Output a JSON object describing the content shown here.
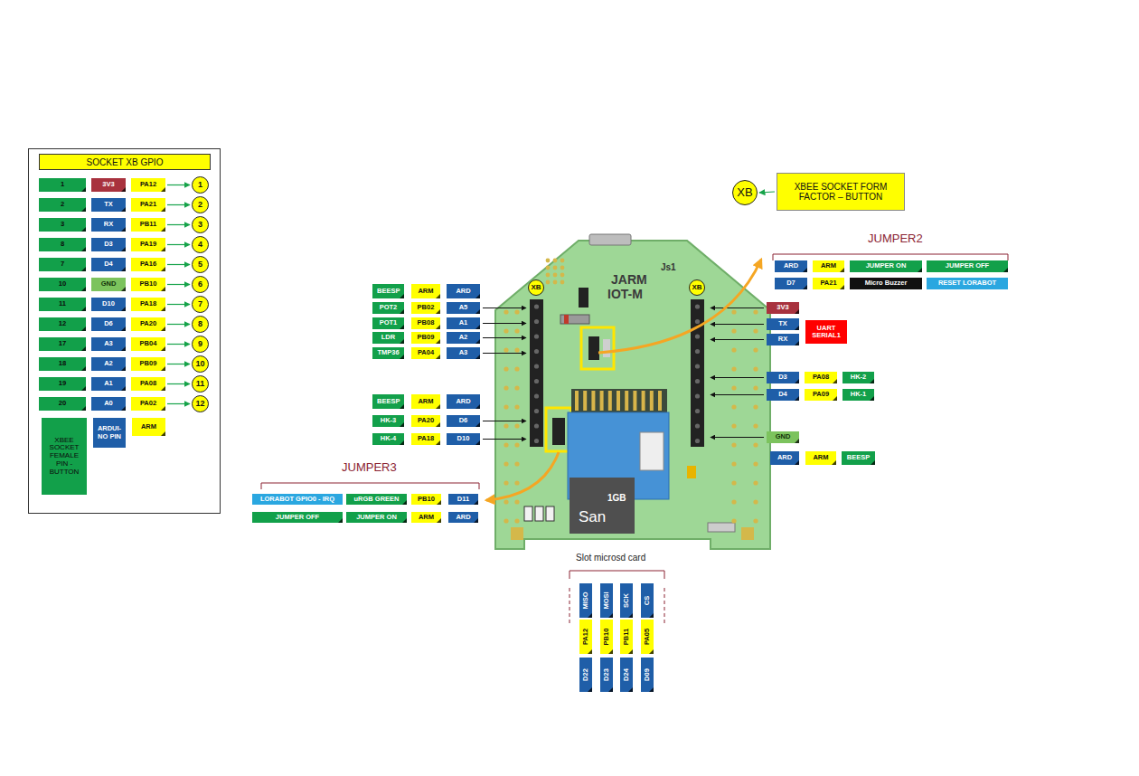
{
  "diagram": {
    "nodes": [
      {
        "text": [
          "SOCKET XB GPIO"
        ]
      },
      {
        "text": [
          "1"
        ]
      },
      {
        "text": [
          "3V3"
        ]
      },
      {
        "text": [
          "PA12"
        ]
      },
      {
        "text": [
          "1"
        ]
      },
      {
        "text": [
          "2"
        ]
      },
      {
        "text": [
          "TX"
        ]
      },
      {
        "text": [
          "PA21"
        ]
      },
      {
        "text": [
          "2"
        ]
      },
      {
        "text": [
          "3"
        ]
      },
      {
        "text": [
          "RX"
        ]
      },
      {
        "text": [
          "PB11"
        ]
      },
      {
        "text": [
          "3"
        ]
      },
      {
        "text": [
          "8"
        ]
      },
      {
        "text": [
          "D3"
        ]
      },
      {
        "text": [
          "PA19"
        ]
      },
      {
        "text": [
          "4"
        ]
      },
      {
        "text": [
          "7"
        ]
      },
      {
        "text": [
          "D4"
        ]
      },
      {
        "text": [
          "PA16"
        ]
      },
      {
        "text": [
          "5"
        ]
      },
      {
        "text": [
          "10"
        ]
      },
      {
        "text": [
          "GND"
        ]
      },
      {
        "text": [
          "PB10"
        ]
      },
      {
        "text": [
          "6"
        ]
      },
      {
        "text": [
          "11"
        ]
      },
      {
        "text": [
          "D10"
        ]
      },
      {
        "text": [
          "PA18"
        ]
      },
      {
        "text": [
          "7"
        ]
      },
      {
        "text": [
          "12"
        ]
      },
      {
        "text": [
          "D6"
        ]
      },
      {
        "text": [
          "PA20"
        ]
      },
      {
        "text": [
          "8"
        ]
      },
      {
        "text": [
          "17"
        ]
      },
      {
        "text": [
          "A3"
        ]
      },
      {
        "text": [
          "PB04"
        ]
      },
      {
        "text": [
          "9"
        ]
      },
      {
        "text": [
          "18"
        ]
      },
      {
        "text": [
          "A2"
        ]
      },
      {
        "text": [
          "PB09"
        ]
      },
      {
        "text": [
          "10"
        ]
      },
      {
        "text": [
          "19"
        ]
      },
      {
        "text": [
          "A1"
        ]
      },
      {
        "text": [
          "PA08"
        ]
      },
      {
        "text": [
          "11"
        ]
      },
      {
        "text": [
          "20"
        ]
      },
      {
        "text": [
          "A0"
        ]
      },
      {
        "text": [
          "PA02"
        ]
      },
      {
        "text": [
          "12"
        ]
      },
      {
        "text": [
          "XBEE SOCKET FEMALE PIN - BUTTON"
        ]
      },
      {
        "text": [
          "ARDUI- NO PIN"
        ]
      },
      {
        "text": [
          "ARM"
        ]
      },
      {
        "text": [
          "XB"
        ]
      },
      {
        "text": [
          "XBEE SOCKET FORM FACTOR – BUTTON"
        ]
      },
      {
        "text": [
          "ARD"
        ]
      },
      {
        "text": [
          "ARM"
        ]
      },
      {
        "text": [
          "JUMPER ON"
        ]
      },
      {
        "text": [
          "JUMPER OFF"
        ]
      },
      {
        "text": [
          "D7"
        ]
      },
      {
        "text": [
          "PA21"
        ]
      },
      {
        "text": [
          "Micro Buzzer"
        ]
      },
      {
        "text": [
          "RESET LORABOT"
        ]
      },
      {
        "text": [
          "XB"
        ]
      },
      {
        "text": [
          "XB"
        ]
      },
      {
        "text": [
          "BEESP"
        ]
      },
      {
        "text": [
          "ARM"
        ]
      },
      {
        "text": [
          "ARD"
        ]
      },
      {
        "text": [
          "POT2"
        ]
      },
      {
        "text": [
          "PB02"
        ]
      },
      {
        "text": [
          "A5"
        ]
      },
      {
        "text": [
          "POT1"
        ]
      },
      {
        "text": [
          "PB08"
        ]
      },
      {
        "text": [
          "A1"
        ]
      },
      {
        "text": [
          "LDR"
        ]
      },
      {
        "text": [
          "PB09"
        ]
      },
      {
        "text": [
          "A2"
        ]
      },
      {
        "text": [
          "TMP36"
        ]
      },
      {
        "text": [
          "PA04"
        ]
      },
      {
        "text": [
          "A3"
        ]
      },
      {
        "text": [
          "BEESP"
        ]
      },
      {
        "text": [
          "ARM"
        ]
      },
      {
        "text": [
          "ARD"
        ]
      },
      {
        "text": [
          "HK-3"
        ]
      },
      {
        "text": [
          "PA20"
        ]
      },
      {
        "text": [
          "D6"
        ]
      },
      {
        "text": [
          "HK-4"
        ]
      },
      {
        "text": [
          "PA18"
        ]
      },
      {
        "text": [
          "D10"
        ]
      },
      {
        "text": [
          "LORABOT GPIO0 - IRQ"
        ]
      },
      {
        "text": [
          "uRGB GREEN"
        ]
      },
      {
        "text": [
          "PB10"
        ]
      },
      {
        "text": [
          "D11"
        ]
      },
      {
        "text": [
          "JUMPER OFF"
        ]
      },
      {
        "text": [
          "JUMPER ON"
        ]
      },
      {
        "text": [
          "ARM"
        ]
      },
      {
        "text": [
          "ARD"
        ]
      },
      {
        "text": [
          "3V3"
        ]
      },
      {
        "text": [
          "TX"
        ]
      },
      {
        "text": [
          "RX"
        ]
      },
      {
        "text": [
          "UART SERIAL1"
        ]
      },
      {
        "text": [
          "D3"
        ]
      },
      {
        "text": [
          "PA08"
        ]
      },
      {
        "text": [
          "HK-2"
        ]
      },
      {
        "text": [
          "D4"
        ]
      },
      {
        "text": [
          "PA09"
        ]
      },
      {
        "text": [
          "HK-1"
        ]
      },
      {
        "text": [
          "GND"
        ]
      },
      {
        "text": [
          "ARD"
        ]
      },
      {
        "text": [
          "ARM"
        ]
      },
      {
        "text": [
          "BEESP"
        ]
      },
      {
        "text": [
          "MISO"
        ]
      },
      {
        "text": [
          "MOSI"
        ]
      },
      {
        "text": [
          "SCK"
        ]
      },
      {
        "text": [
          "CS"
        ]
      },
      {
        "text": [
          "PA12"
        ]
      },
      {
        "text": [
          "PB10"
        ]
      },
      {
        "text": [
          "PB11"
        ]
      },
      {
        "text": [
          "PA05"
        ]
      },
      {
        "text": [
          "D22"
        ]
      },
      {
        "text": [
          "D23"
        ]
      },
      {
        "text": [
          "D24"
        ]
      },
      {
        "text": [
          "D09"
        ]
      }
    ],
    "edges": [
      {
        "from": 3,
        "to": 4,
        "arrow": "to"
      },
      {
        "from": 7,
        "to": 8,
        "arrow": "to"
      },
      {
        "from": 11,
        "to": 12,
        "arrow": "to"
      },
      {
        "from": 15,
        "to": 16,
        "arrow": "to"
      },
      {
        "from": 19,
        "to": 20,
        "arrow": "to"
      },
      {
        "from": 23,
        "to": 24,
        "arrow": "to"
      },
      {
        "from": 27,
        "to": 28,
        "arrow": "to"
      },
      {
        "from": 31,
        "to": 32,
        "arrow": "to"
      },
      {
        "from": 35,
        "to": 36,
        "arrow": "to"
      },
      {
        "from": 39,
        "to": 40,
        "arrow": "to"
      },
      {
        "from": 43,
        "to": 44,
        "arrow": "to"
      },
      {
        "from": 47,
        "to": 48,
        "arrow": "to"
      },
      {
        "from": 53,
        "to": 52,
        "arrow": "to"
      }
    ],
    "labels": [
      "JUMPER2",
      "JUMPER3",
      "Slot microsd card",
      "JARM",
      "IOT-M",
      "Js1",
      "San",
      "1GB"
    ]
  }
}
